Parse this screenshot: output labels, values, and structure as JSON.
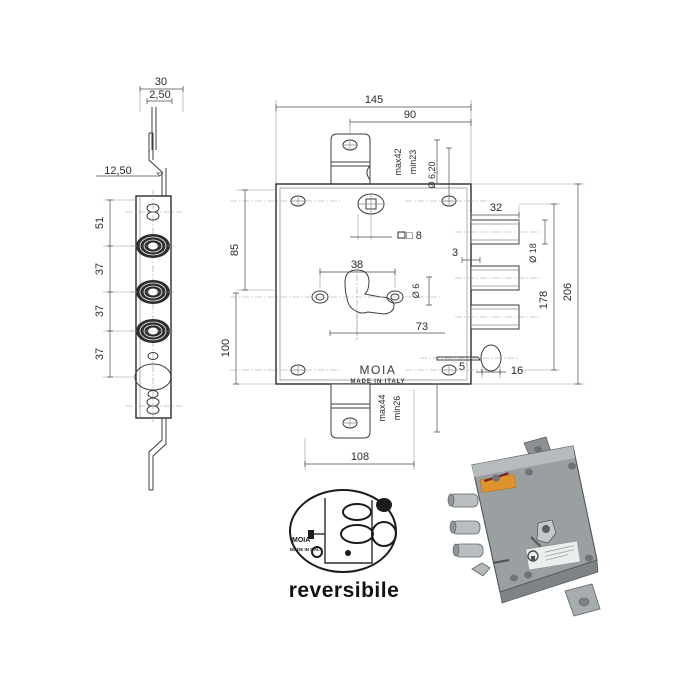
{
  "document": {
    "type": "technical-drawing",
    "subject": "MOIA armoured door lock - dimensioned drawing",
    "background": "#ffffff",
    "line_color": "#3c3c3c"
  },
  "brand": {
    "name": "MOIA",
    "origin": "MADE IN ITALY"
  },
  "views": {
    "faceplate": {
      "name": "faceplate-side-view",
      "top_dims": [
        {
          "id": "fp-width",
          "label": "30"
        },
        {
          "id": "fp-thickness",
          "label": "2,50"
        }
      ],
      "left_dims": [
        {
          "id": "fp-offset",
          "label": "12,50"
        },
        {
          "id": "fp-d1",
          "label": "51"
        },
        {
          "id": "fp-d2",
          "label": "37"
        },
        {
          "id": "fp-d3",
          "label": "37"
        },
        {
          "id": "fp-d4",
          "label": "37"
        }
      ]
    },
    "body": {
      "name": "lock-body-front-view",
      "top_dims": [
        {
          "id": "body-width",
          "label": "145"
        },
        {
          "id": "body-bracket-span",
          "label": "90"
        }
      ],
      "left_dims": [
        {
          "id": "body-h-top",
          "label": "85"
        },
        {
          "id": "body-h-bottom",
          "label": "100"
        }
      ],
      "right_dims": [
        {
          "id": "bolt-throw",
          "label": "32"
        },
        {
          "id": "bolt-dia",
          "label": "Ø 18"
        },
        {
          "id": "bolt-span",
          "label": "178"
        },
        {
          "id": "body-height",
          "label": "206"
        },
        {
          "id": "faceplate-thk",
          "label": "3"
        },
        {
          "id": "latch-proj",
          "label": "5"
        },
        {
          "id": "latch-width",
          "label": "16"
        }
      ],
      "bottom_dims": [
        {
          "id": "base-width",
          "label": "108"
        }
      ],
      "internal_dims": [
        {
          "id": "bracket-max-top",
          "label": "max42"
        },
        {
          "id": "bracket-min-top",
          "label": "min23"
        },
        {
          "id": "screw-dia",
          "label": "Ø 6,20"
        },
        {
          "id": "spindle",
          "label": "□ 8"
        },
        {
          "id": "cyl-centres",
          "label": "38"
        },
        {
          "id": "cyl-pin-dia",
          "label": "Ø 6"
        },
        {
          "id": "cyl-height",
          "label": "73"
        },
        {
          "id": "bracket-max-bottom",
          "label": "max44"
        },
        {
          "id": "bracket-min-bottom",
          "label": "min26"
        }
      ]
    },
    "reversible_detail": {
      "name": "reversible-detail-view",
      "caption": "reversibile",
      "inner_brand": "MOIA",
      "inner_sub": "MADE IN ITALY"
    },
    "photo": {
      "name": "lock-product-photo",
      "alt": "photo of assembled armoured lock with three round bolts",
      "body_color": "#9aa0a2",
      "label_color": "#e0922c"
    }
  }
}
